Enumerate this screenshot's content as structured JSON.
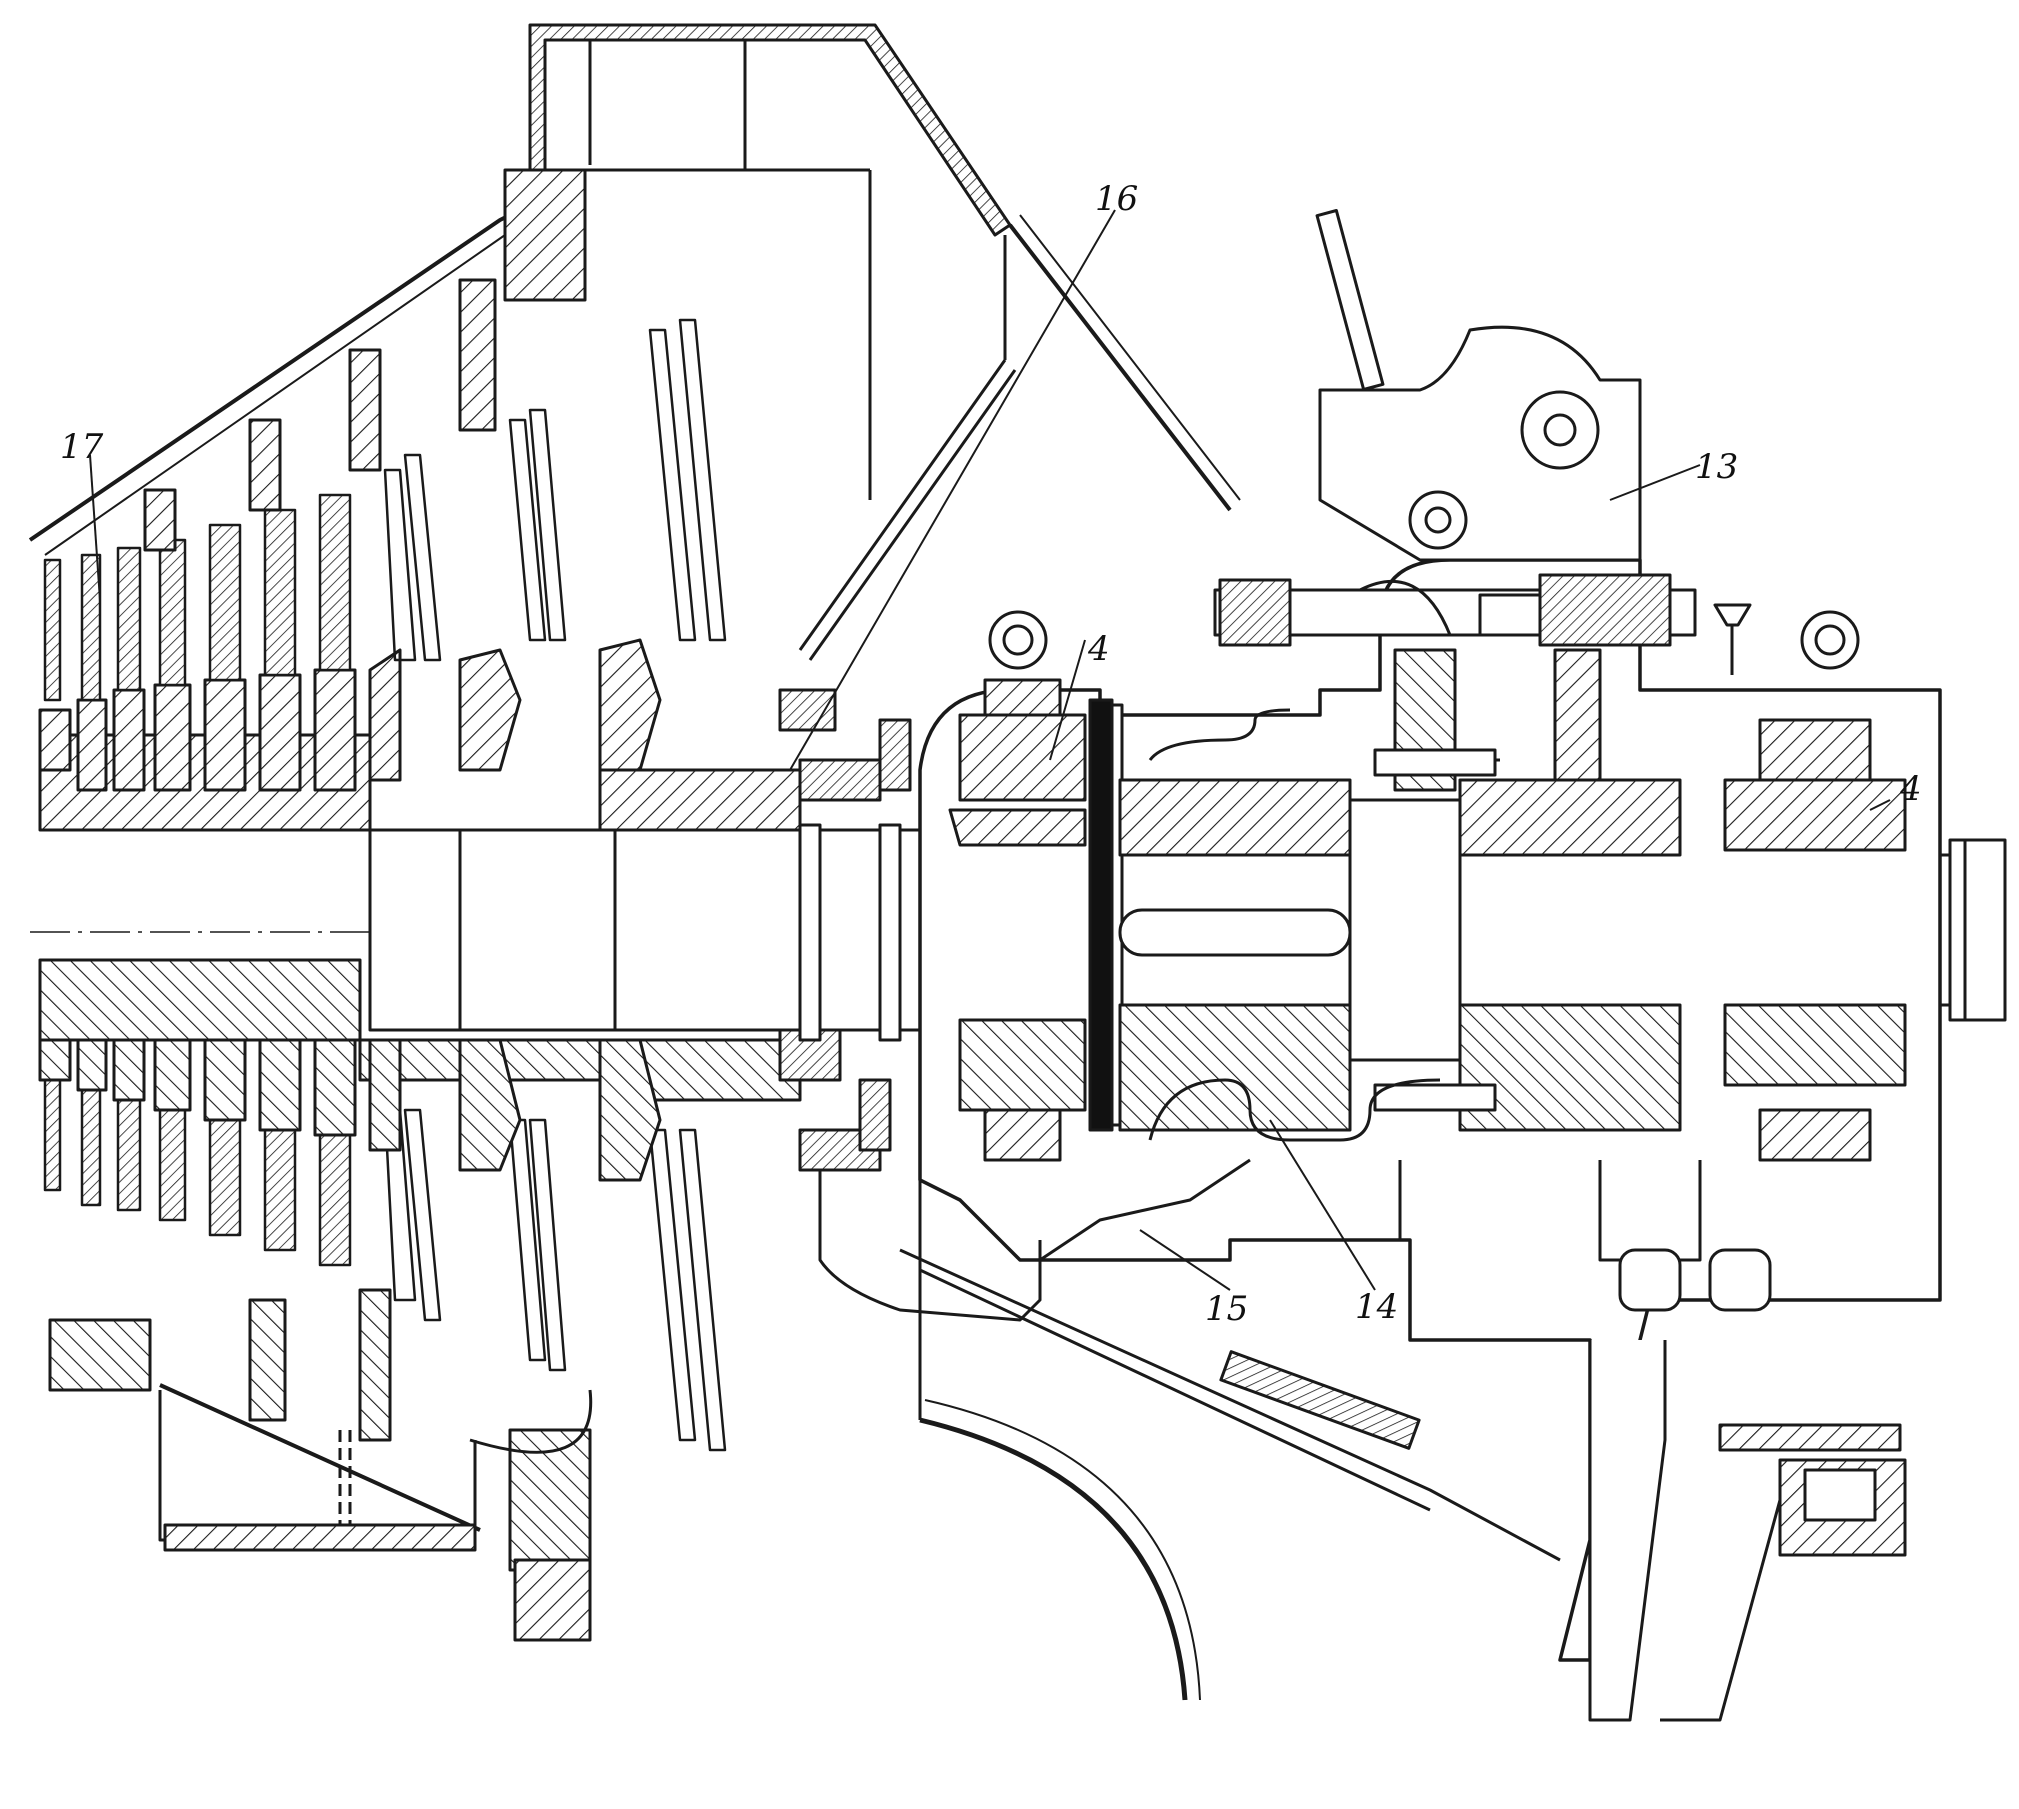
{
  "figure": {
    "callouts": [
      {
        "id": "c17",
        "label": "17"
      },
      {
        "id": "c16",
        "label": "16"
      },
      {
        "id": "c13",
        "label": "13"
      },
      {
        "id": "c4a",
        "label": "4"
      },
      {
        "id": "c4b",
        "label": "4"
      },
      {
        "id": "c15",
        "label": "15"
      },
      {
        "id": "c14",
        "label": "14"
      }
    ]
  },
  "colors": {
    "ink": "#1a1a1a",
    "paper": "#ffffff"
  }
}
